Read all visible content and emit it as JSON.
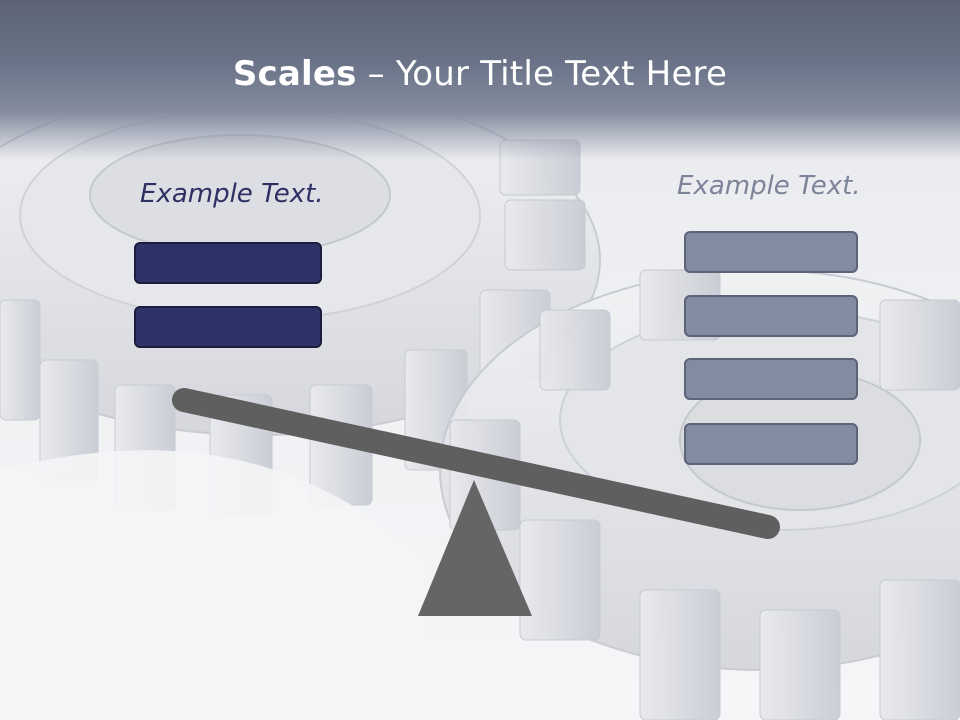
{
  "title": {
    "bold": "Scales",
    "rest": " – Your Title Text Here"
  },
  "left_panel": {
    "label": "Example Text.",
    "items": 2
  },
  "right_panel": {
    "label": "Example Text.",
    "items": 4
  },
  "colors": {
    "title_band": "#6b7388",
    "left_bars": "#2f3266",
    "right_bars": "#838ba0",
    "beam": "#646464",
    "fulcrum": "#666666"
  }
}
